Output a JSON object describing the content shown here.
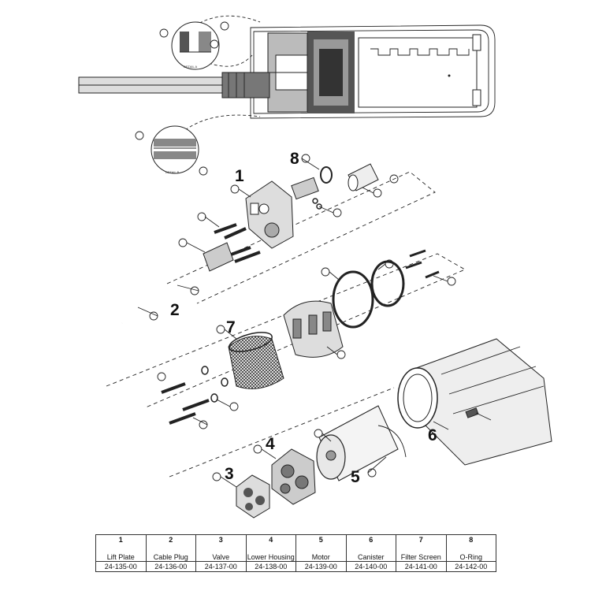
{
  "diagram": {
    "callouts": [
      "1",
      "2",
      "3",
      "4",
      "5",
      "6",
      "7",
      "8"
    ],
    "detail_labels": [
      "DETAIL A",
      "DETAIL B"
    ]
  },
  "parts_table": {
    "columns": [
      {
        "number": "1",
        "name": "Lift Plate",
        "part_no": "24-135-00"
      },
      {
        "number": "2",
        "name": "Cable Plug",
        "part_no": "24-136-00"
      },
      {
        "number": "3",
        "name": "Valve",
        "part_no": "24-137-00"
      },
      {
        "number": "4",
        "name": "Lower Housing",
        "part_no": "24-138-00"
      },
      {
        "number": "5",
        "name": "Motor",
        "part_no": "24-139-00"
      },
      {
        "number": "6",
        "name": "Canister",
        "part_no": "24-140-00"
      },
      {
        "number": "7",
        "name": "Filter Screen",
        "part_no": "24-141-00"
      },
      {
        "number": "8",
        "name": "O-Ring",
        "part_no": "24-142-00"
      }
    ]
  }
}
